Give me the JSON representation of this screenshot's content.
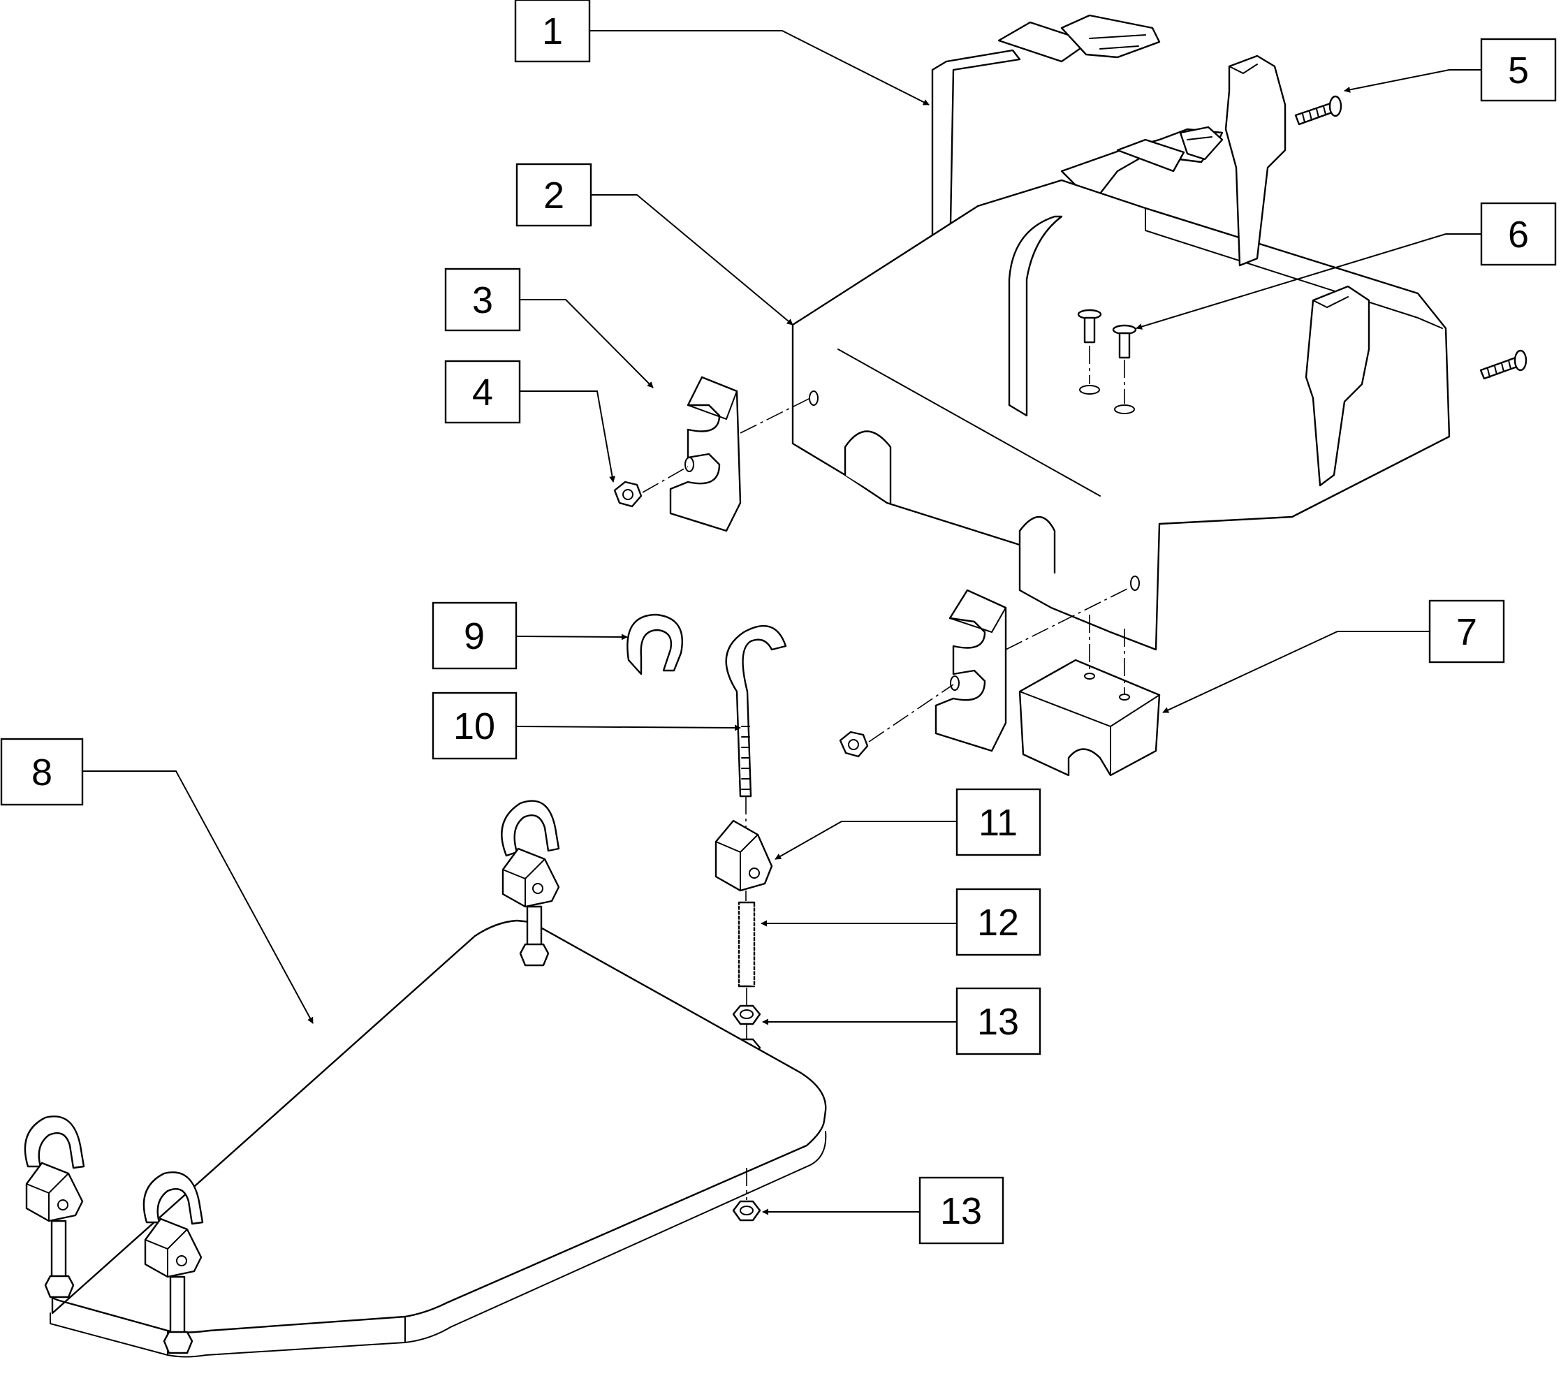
{
  "callouts": [
    {
      "id": "1",
      "text": "1"
    },
    {
      "id": "2",
      "text": "2"
    },
    {
      "id": "3",
      "text": "3"
    },
    {
      "id": "4",
      "text": "4"
    },
    {
      "id": "5",
      "text": "5"
    },
    {
      "id": "6",
      "text": "6"
    },
    {
      "id": "7",
      "text": "7"
    },
    {
      "id": "8",
      "text": "8"
    },
    {
      "id": "9",
      "text": "9"
    },
    {
      "id": "10",
      "text": "10"
    },
    {
      "id": "11",
      "text": "11"
    },
    {
      "id": "12",
      "text": "12"
    },
    {
      "id": "13a",
      "text": "13"
    },
    {
      "id": "13b",
      "text": "13"
    }
  ],
  "colors": {
    "line": "#000000",
    "background": "#ffffff"
  }
}
